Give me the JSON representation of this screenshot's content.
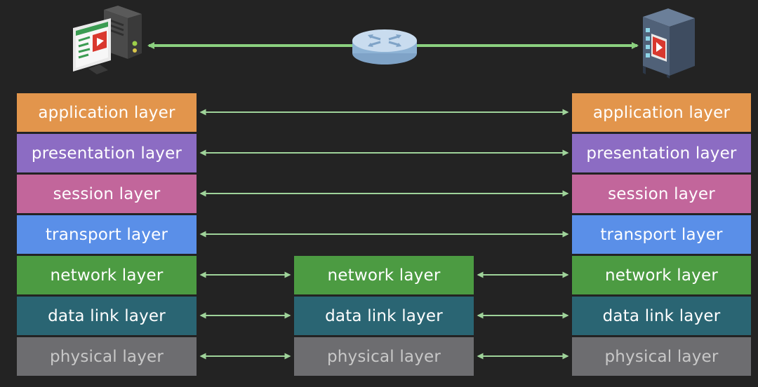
{
  "colors": {
    "background": "#232323",
    "arrow": "#9fd39a",
    "top_arrow": "#8bd07f",
    "application": "#e2954c",
    "presentation": "#8c6cc3",
    "session": "#c2669b",
    "transport": "#5a8fe8",
    "network": "#4c9b42",
    "data_link": "#2a6573",
    "physical": "#6d6d70",
    "physical_text": "#c8c8c8"
  },
  "icons": {
    "client": "desktop-computer-icon",
    "router": "router-icon",
    "server": "server-icon"
  },
  "left_stack": [
    {
      "key": "application",
      "label": "application layer"
    },
    {
      "key": "presentation",
      "label": "presentation layer"
    },
    {
      "key": "session",
      "label": "session layer"
    },
    {
      "key": "transport",
      "label": "transport layer"
    },
    {
      "key": "network",
      "label": "network layer"
    },
    {
      "key": "data_link",
      "label": "data link layer"
    },
    {
      "key": "physical",
      "label": "physical layer"
    }
  ],
  "middle_stack": [
    {
      "key": "network",
      "label": "network layer"
    },
    {
      "key": "data_link",
      "label": "data link layer"
    },
    {
      "key": "physical",
      "label": "physical layer"
    }
  ],
  "right_stack": [
    {
      "key": "application",
      "label": "application layer"
    },
    {
      "key": "presentation",
      "label": "presentation layer"
    },
    {
      "key": "session",
      "label": "session layer"
    },
    {
      "key": "transport",
      "label": "transport layer"
    },
    {
      "key": "network",
      "label": "network layer"
    },
    {
      "key": "data_link",
      "label": "data link layer"
    },
    {
      "key": "physical",
      "label": "physical layer"
    }
  ]
}
